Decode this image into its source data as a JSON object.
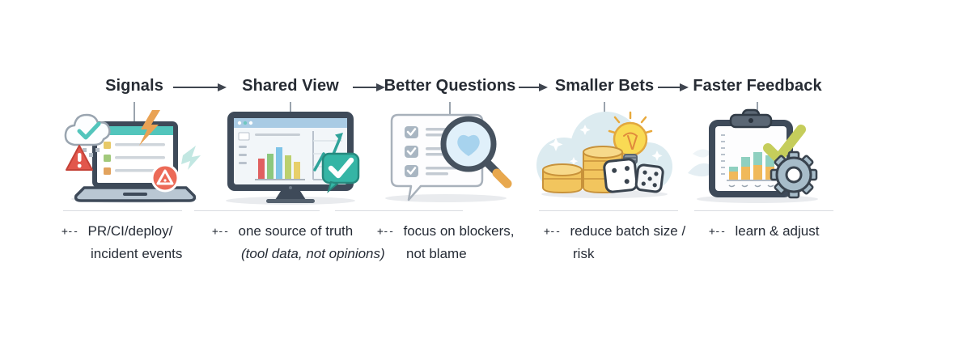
{
  "page": {
    "background": "#ffffff"
  },
  "flow": {
    "caption_prefix": "+--",
    "stages": [
      {
        "title": "Signals",
        "icon": "laptop-alerts-icon",
        "caption_line1": "PR/CI/deploy/",
        "caption_line2": "incident events"
      },
      {
        "title": "Shared View",
        "icon": "dashboard-monitor-icon",
        "caption_line1": "one source of truth",
        "caption_line2": "(tool data, not opinions)"
      },
      {
        "title": "Better Questions",
        "icon": "checklist-magnifier-icon",
        "caption_line1": "focus on blockers,",
        "caption_line2": "not blame"
      },
      {
        "title": "Smaller Bets",
        "icon": "coins-dice-lightbulb-icon",
        "caption_line1": "reduce batch size /",
        "caption_line2": "risk"
      },
      {
        "title": "Faster Feedback",
        "icon": "clipboard-gear-icon",
        "caption_line1": "learn & adjust",
        "caption_line2": ""
      }
    ]
  },
  "colors": {
    "background": "#ffffff",
    "title_text": "#262b33",
    "caption_text": "#262c36",
    "arrow": "#3f454f",
    "connector_line": "#9aa3ad",
    "divider_line": "#d9dce1",
    "frame_slate": "#3e4a59",
    "teal_accent": "#35b5a5",
    "alert_red": "#e2574c",
    "lightning_orange": "#e9a254",
    "coin_gold": "#f2c55e",
    "bulb_yellow": "#f9da54",
    "check_green": "#c5cd5b",
    "gear_blue_gray": "#a7bcc9",
    "cloud_blue": "#dcebf0"
  }
}
